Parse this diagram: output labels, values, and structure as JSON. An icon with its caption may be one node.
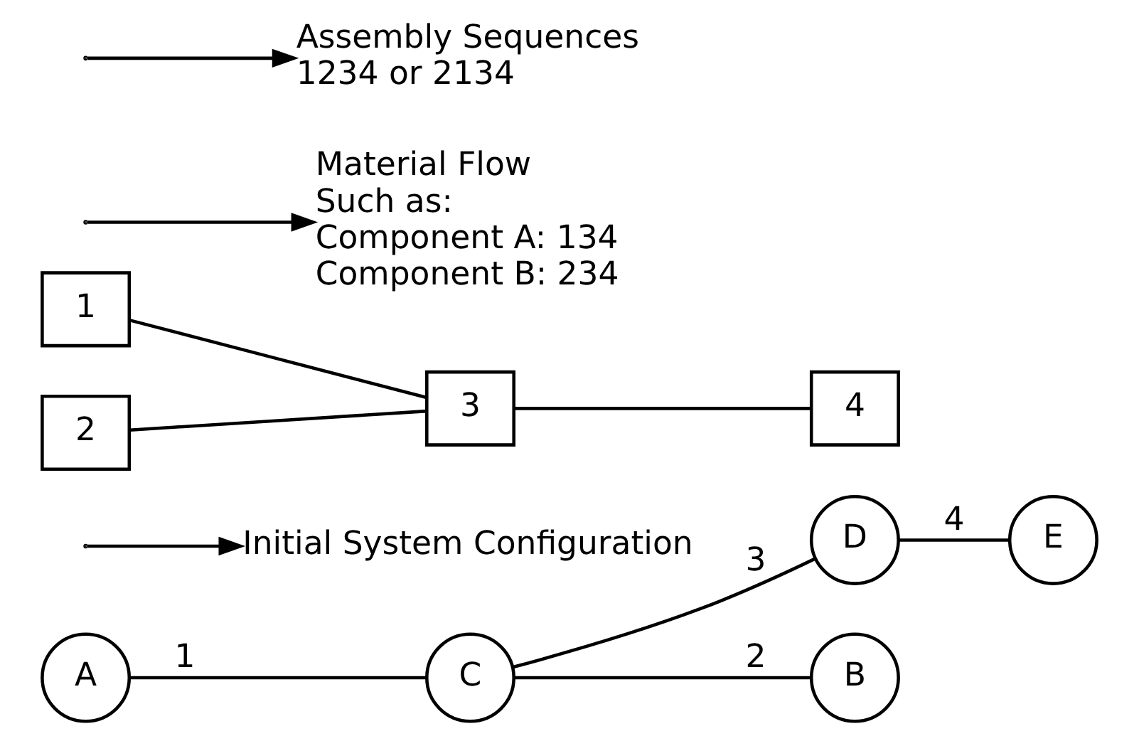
{
  "diagram": {
    "nodes": [
      {
        "text": [
          "E"
        ]
      },
      {
        "text": [
          "D"
        ]
      },
      {
        "text": [
          "C"
        ]
      },
      {
        "text": [
          "A"
        ]
      },
      {
        "text": [
          "B"
        ]
      },
      {
        "text": [
          "Initial System Configuration"
        ]
      },
      {
        "text": [
          "1"
        ]
      },
      {
        "text": [
          "2"
        ]
      },
      {
        "text": [
          "3"
        ]
      },
      {
        "text": [
          "4"
        ]
      },
      {
        "text": [
          "Material Flow",
          "Such as:",
          "Component A: 134",
          "Component B: 234"
        ]
      },
      {
        "text": [
          "Assembly Sequences",
          "1234 or 2134"
        ]
      }
    ],
    "edges": [
      {
        "from": 3,
        "to": 2,
        "arrow": "none",
        "label": "1"
      },
      {
        "from": 2,
        "to": 4,
        "arrow": "none",
        "label": "2"
      },
      {
        "from": 2,
        "to": 1,
        "arrow": "none",
        "label": "3"
      },
      {
        "from": 1,
        "to": 0,
        "arrow": "none",
        "label": "4"
      },
      {
        "from": null,
        "to": 5,
        "arrow": "to"
      },
      {
        "from": null,
        "to": 10,
        "arrow": "to"
      },
      {
        "from": null,
        "to": 11,
        "arrow": "to"
      },
      {
        "from": 6,
        "to": 8,
        "arrow": "none"
      },
      {
        "from": 7,
        "to": 8,
        "arrow": "none"
      },
      {
        "from": 8,
        "to": 9,
        "arrow": "none"
      }
    ]
  }
}
